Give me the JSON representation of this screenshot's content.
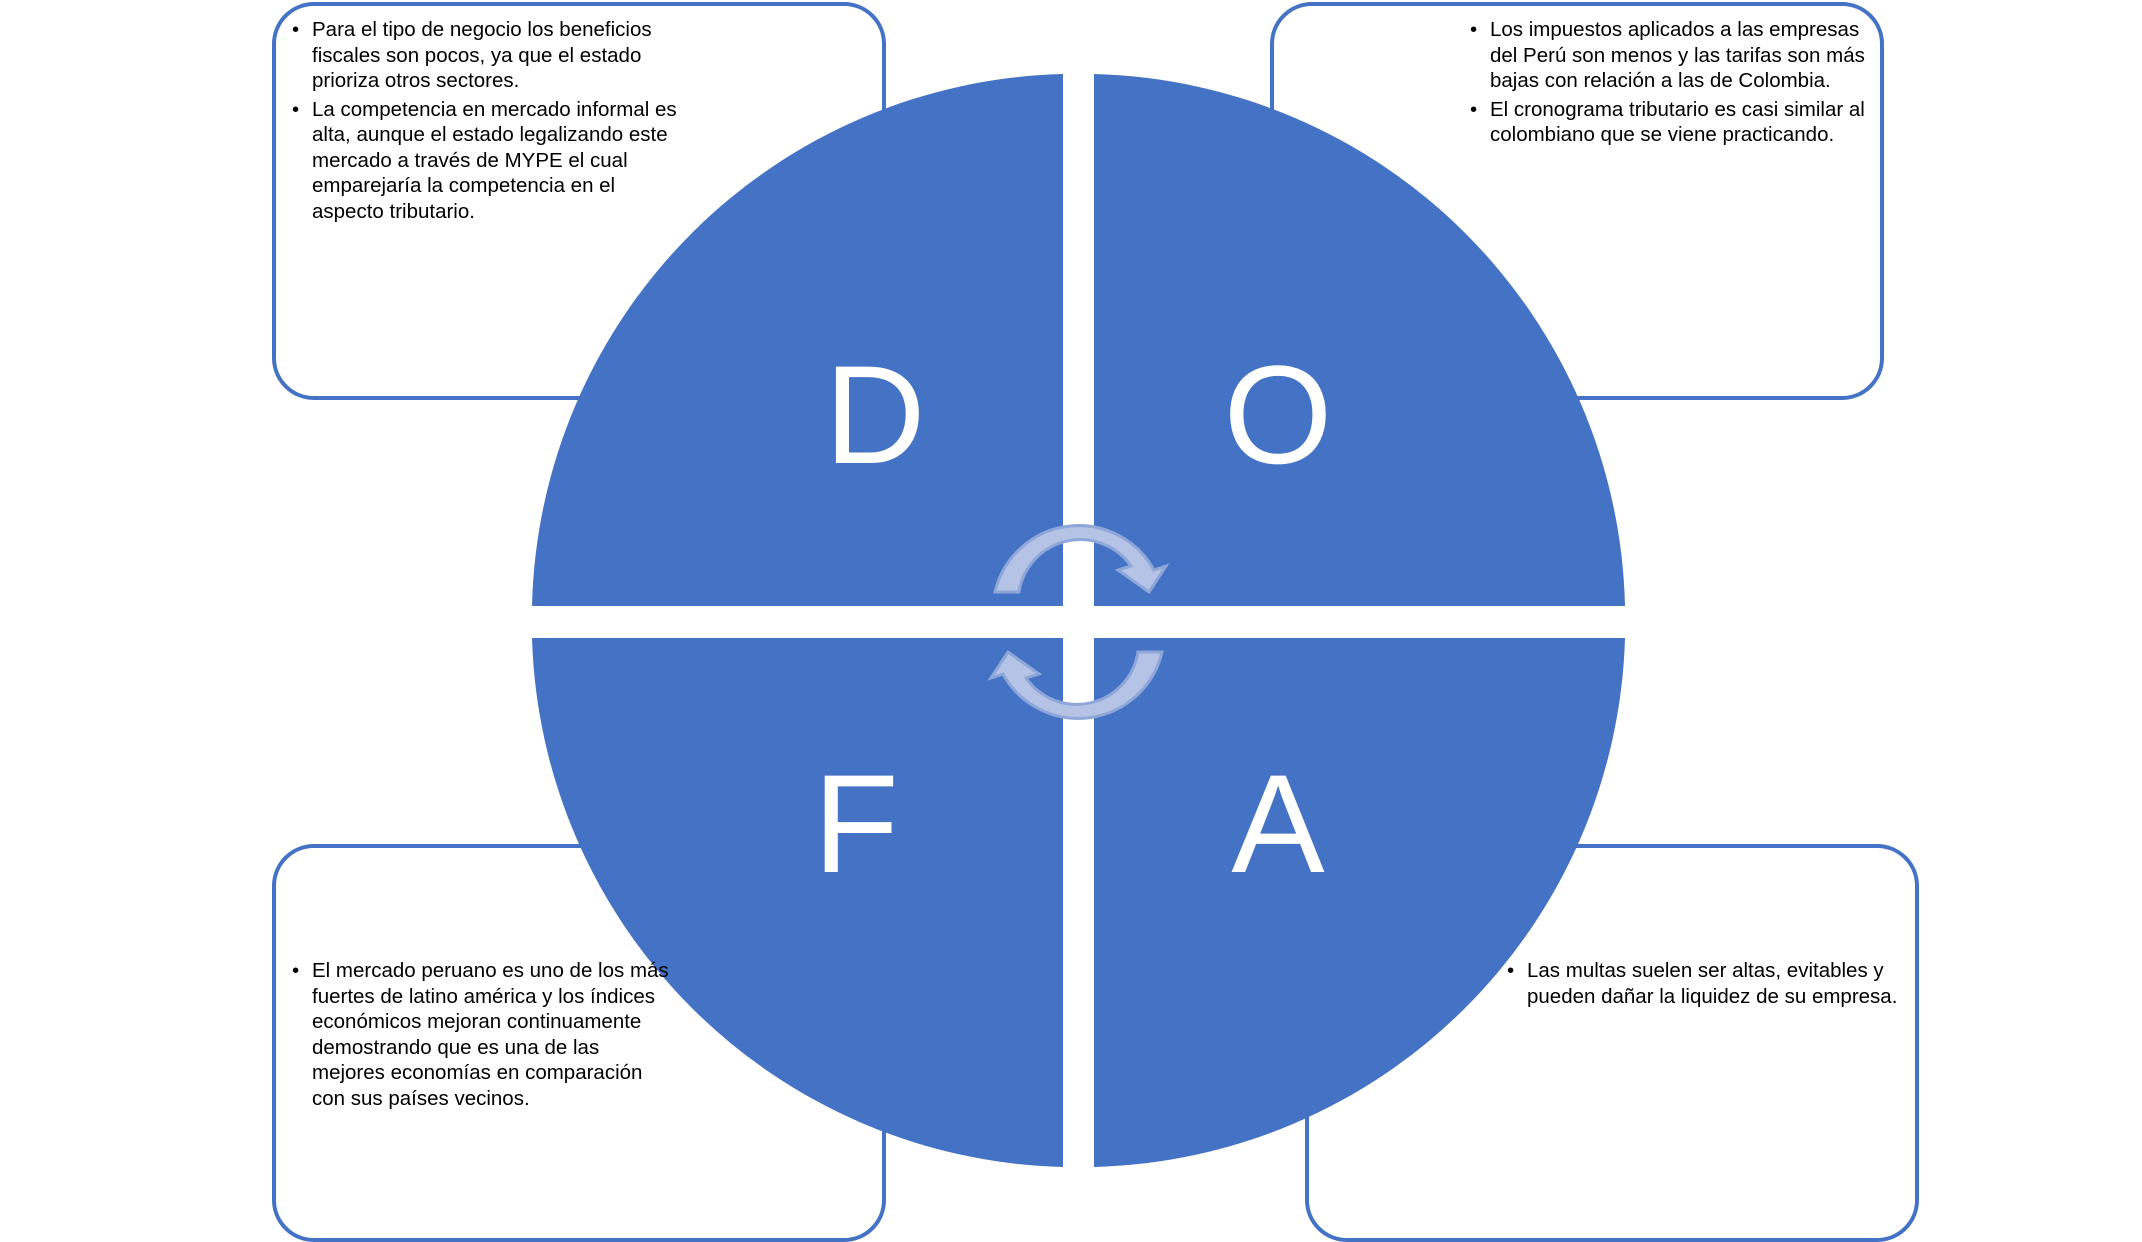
{
  "quadrants": {
    "top_left": {
      "letter": "D",
      "bullets": [
        "Para el tipo de negocio los beneficios fiscales son pocos, ya que el estado prioriza otros sectores.",
        "La competencia en mercado informal es alta, aunque el estado legalizando este mercado a través de MYPE el cual emparejaría la competencia en el aspecto tributario."
      ]
    },
    "top_right": {
      "letter": "O",
      "bullets": [
        "Los impuestos aplicados a las empresas del Perú son menos y las tarifas son más bajas con relación a las de Colombia.",
        "El cronograma tributario es casi similar al colombiano que se viene practicando."
      ]
    },
    "bottom_left": {
      "letter": "F",
      "bullets": [
        "El mercado peruano es uno de los más fuertes de latino américa y los índices económicos mejoran continuamente demostrando que es una de las mejores economías en comparación con sus países vecinos."
      ]
    },
    "bottom_right": {
      "letter": "A",
      "bullets": [
        "Las multas suelen ser altas, evitables y pueden dañar la liquidez de su empresa."
      ]
    }
  },
  "colors": {
    "quadrant_fill": "#4472c4",
    "box_border": "#4472c4",
    "arrow_fill": "#b4c3e6",
    "arrow_stroke": "#8fa7d8",
    "letter": "#ffffff"
  }
}
